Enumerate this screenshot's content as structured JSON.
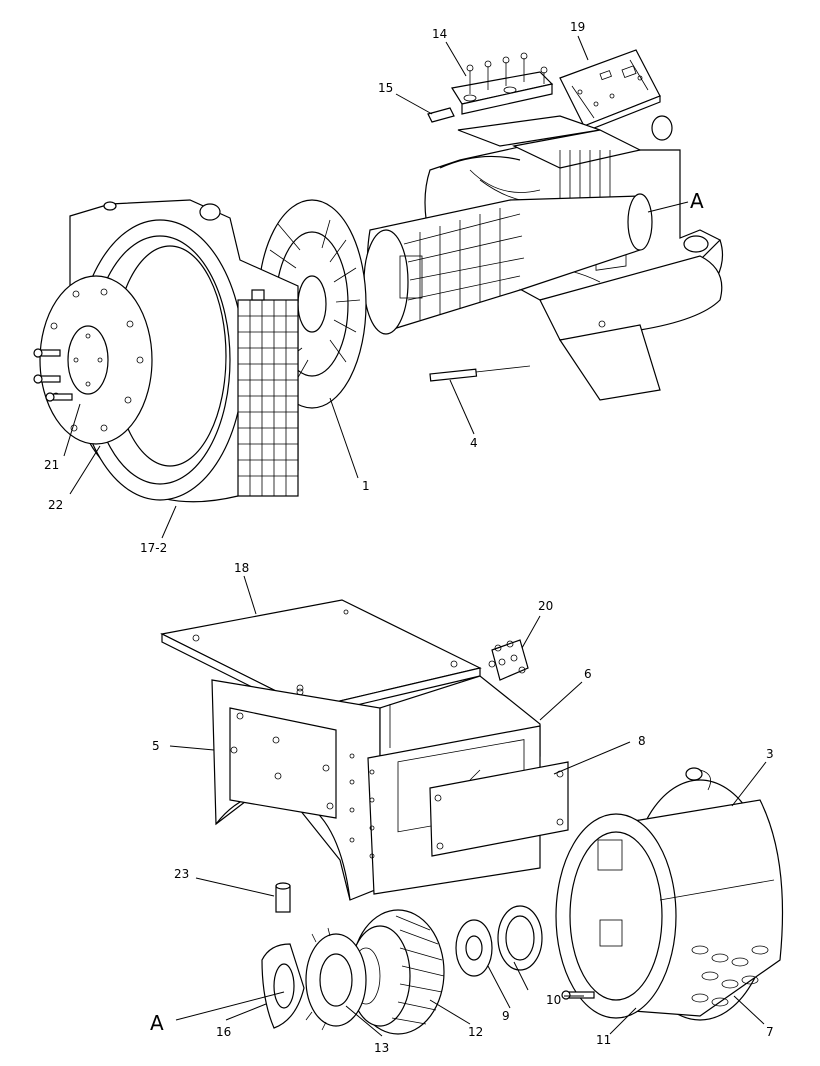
{
  "diagram": {
    "callouts": {
      "c14": "14",
      "c19": "19",
      "c15": "15",
      "cA_top": "A",
      "c4": "4",
      "c1": "1",
      "c21": "21",
      "c22": "22",
      "c17_2": "17-2",
      "c18": "18",
      "c20": "20",
      "c6": "6",
      "c8": "8",
      "c5": "5",
      "c3": "3",
      "c23": "23",
      "cA_bottom": "A",
      "c16": "16",
      "c13": "13",
      "c12": "12",
      "c9": "9",
      "c10": "10",
      "c11": "11",
      "c7": "7"
    }
  }
}
